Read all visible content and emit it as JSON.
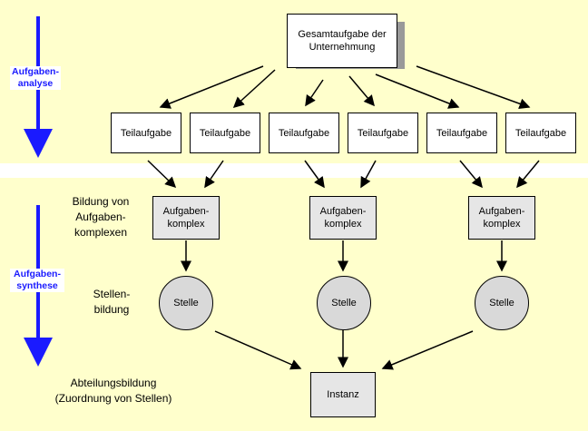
{
  "top_box": "Gesamtaufgabe der Unternehmung",
  "tasks": [
    "Teilaufgabe",
    "Teilaufgabe",
    "Teilaufgabe",
    "Teilaufgabe",
    "Teilaufgabe",
    "Teilaufgabe"
  ],
  "complexes": [
    "Aufgaben- komplex",
    "Aufgaben- komplex",
    "Aufgaben- komplex"
  ],
  "positions": [
    "Stelle",
    "Stelle",
    "Stelle"
  ],
  "instance": "Instanz",
  "left_labels": {
    "analysis": "Aufgaben- analyse",
    "synthesis": "Aufgaben- synthese"
  },
  "side_labels": {
    "complex": "Bildung von Aufgaben- komplexen",
    "stelle": "Stellen- bildung",
    "dept": "Abteilungsbildung (Zuordnung von Stellen)"
  },
  "colors": {
    "band": "#ffffcc",
    "arrow_blue": "#1a1aff"
  }
}
